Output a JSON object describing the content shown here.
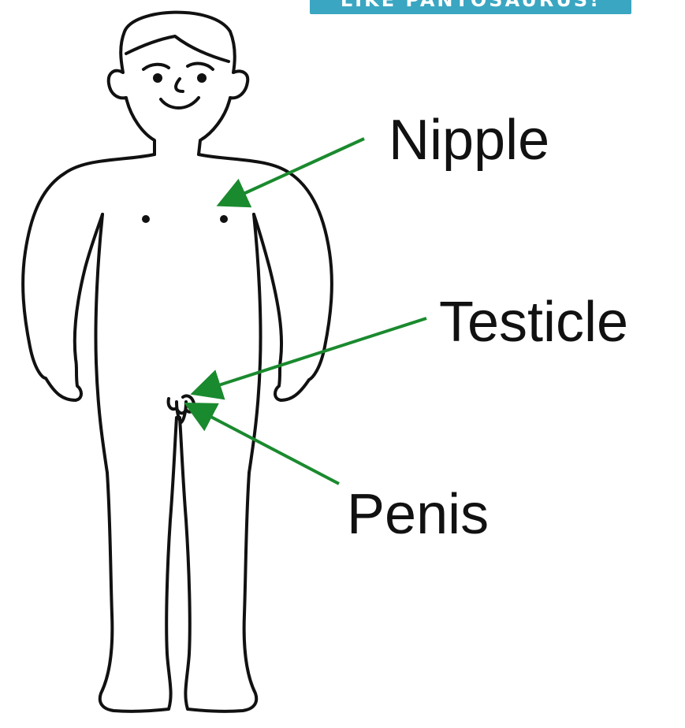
{
  "banner": {
    "text": "LIKE PANTOSAURUS!"
  },
  "labels": {
    "nipple": "Nipple",
    "testicle": "Testicle",
    "penis": "Penis"
  },
  "colors": {
    "arrow": "#1a8a2e",
    "outline": "#111111",
    "banner": "#3aa6c2"
  }
}
